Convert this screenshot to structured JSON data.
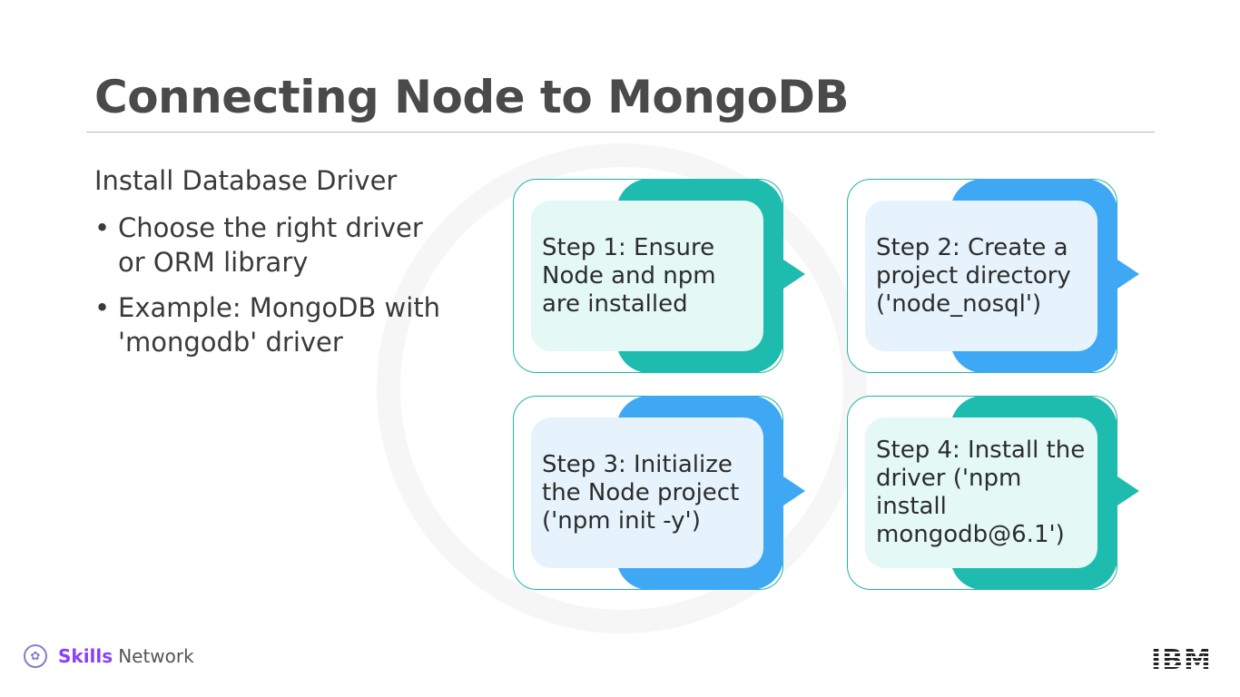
{
  "title": "Connecting Node to MongoDB",
  "intro": "Install Database Driver",
  "bullets": [
    "Choose the right driver or ORM library",
    "Example: MongoDB with 'mongodb' driver"
  ],
  "bullet_char": "•",
  "steps": [
    {
      "text": "Step 1: Ensure\nNode and npm\nare installed",
      "accent": "#1ebcae"
    },
    {
      "text": "Step 2: Create a\nproject directory\n('node_nosql')",
      "accent": "#3ea8f5"
    },
    {
      "text": "Step 3: Initialize\nthe Node project\n('npm init -y')",
      "accent": "#3ea8f5"
    },
    {
      "text": "Step 4: Install the\ndriver ('npm\ninstall\nmongodb@6.1')",
      "accent": "#1ebcae"
    }
  ],
  "footer": {
    "brand_bold": "Skills",
    "brand_rest": "Network",
    "company": "IBM",
    "brand_icon": "skills-network-logo-icon"
  },
  "colors": {
    "teal": "#1ebcae",
    "blue": "#3ea8f5",
    "rule": "#b8b4e0",
    "brand": "#8a3ffc"
  }
}
